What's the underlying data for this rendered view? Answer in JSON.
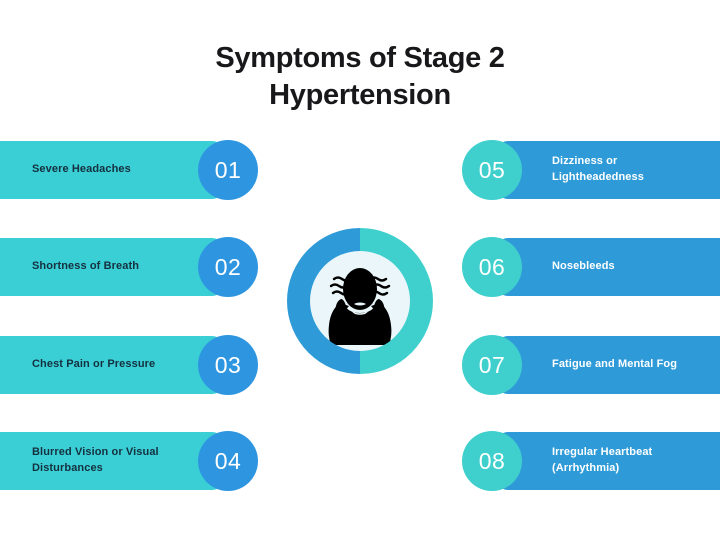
{
  "title": {
    "line1": "Symptoms of Stage 2",
    "line2": "Hypertension"
  },
  "colors": {
    "teal_bar": "#3ACFD5",
    "blue_bar": "#2E9BD8",
    "blue_circle": "#2E96E0",
    "teal_circle": "#3FD0CE",
    "inner_disc": "#EAF6FA",
    "dark_text": "#15303f",
    "light_text": "#ffffff",
    "title_text": "#18181b",
    "background": "#ffffff"
  },
  "center": {
    "icon_name": "person-holding-head-icon",
    "ring_left_color": "#2E9BD8",
    "ring_right_color": "#3FD0CE"
  },
  "left_column": [
    {
      "number": "01",
      "line1": "Severe Headaches",
      "line2": ""
    },
    {
      "number": "02",
      "line1": "Shortness of Breath",
      "line2": ""
    },
    {
      "number": "03",
      "line1": "Chest Pain or Pressure",
      "line2": ""
    },
    {
      "number": "04",
      "line1": "Blurred Vision or Visual",
      "line2": "Disturbances"
    }
  ],
  "right_column": [
    {
      "number": "05",
      "line1": "Dizziness or",
      "line2": "Lightheadedness"
    },
    {
      "number": "06",
      "line1": "Nosebleeds",
      "line2": ""
    },
    {
      "number": "07",
      "line1": "Fatigue and Mental Fog",
      "line2": ""
    },
    {
      "number": "08",
      "line1": "Irregular Heartbeat",
      "line2": "(Arrhythmia)"
    }
  ]
}
